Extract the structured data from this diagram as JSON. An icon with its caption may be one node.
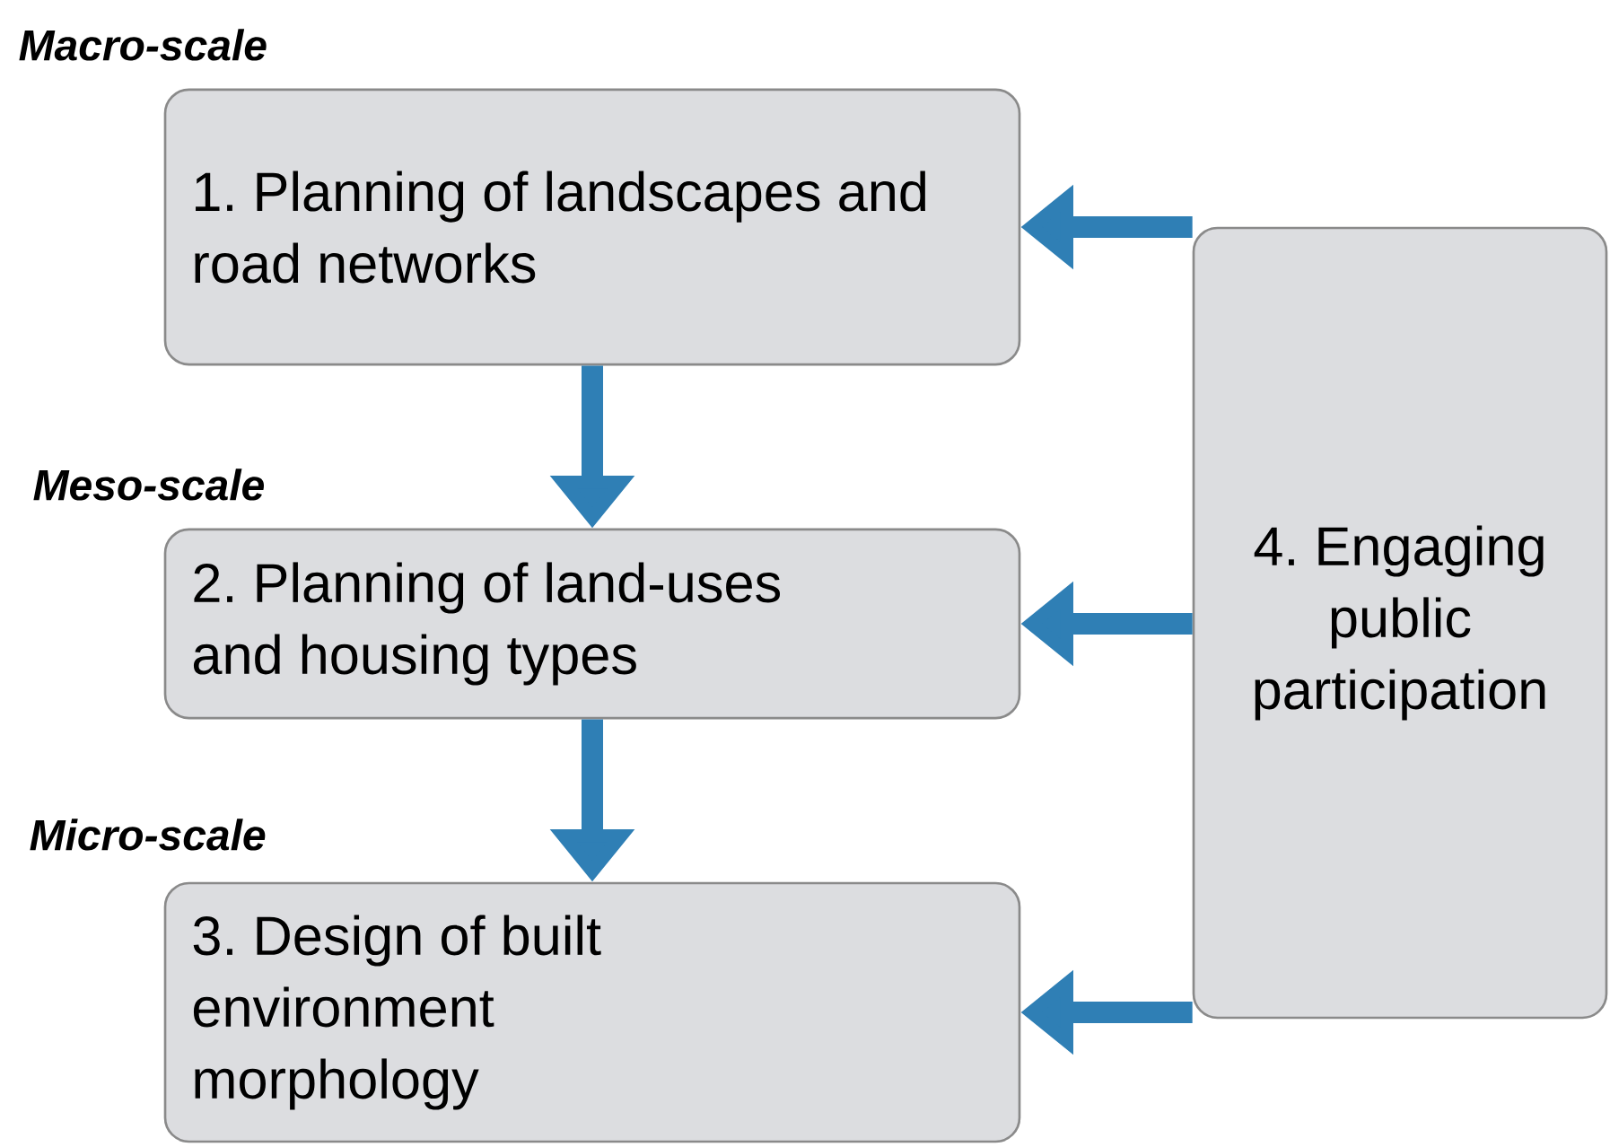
{
  "diagram": {
    "nodes": [
      {
        "text": [
          "1. Planning of landscapes and road networks"
        ]
      },
      {
        "text": [
          "2. Planning of land-uses and housing types"
        ]
      },
      {
        "text": [
          "3. Design of built environment morphology"
        ]
      },
      {
        "text": [
          "4. Engaging public participation"
        ]
      }
    ],
    "edges": [
      {
        "from": 0,
        "to": 1,
        "arrow": "to"
      },
      {
        "from": 1,
        "to": 2,
        "arrow": "to"
      },
      {
        "from": 3,
        "to": 0,
        "arrow": "to"
      },
      {
        "from": 3,
        "to": 1,
        "arrow": "to"
      },
      {
        "from": 3,
        "to": 2,
        "arrow": "to"
      }
    ],
    "labels": [
      "Macro-scale",
      "Meso-scale",
      "Micro-scale"
    ]
  }
}
